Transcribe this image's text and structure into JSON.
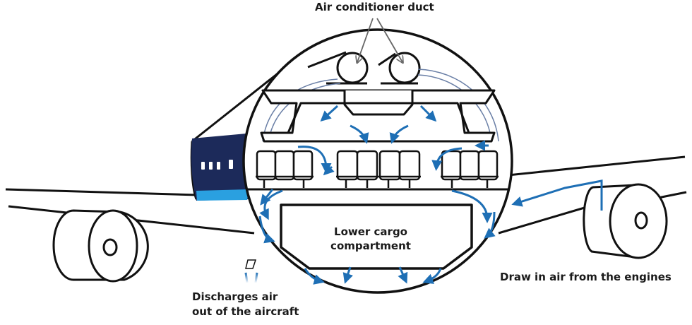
{
  "labels": {
    "duct": "Air conditioner duct",
    "cargo_line1": "Lower cargo",
    "cargo_line2": "compartment",
    "discharge_line1": "Discharges air",
    "discharge_line2": "out of the aircraft",
    "engines": "Draw in air from the engines"
  },
  "colors": {
    "outline": "#111111",
    "airflow": "#1e6fb5",
    "fuselage_stripe_dark": "#1c2a5a",
    "fuselage_stripe_light": "#2aa0e0",
    "pointer": "#666666"
  }
}
